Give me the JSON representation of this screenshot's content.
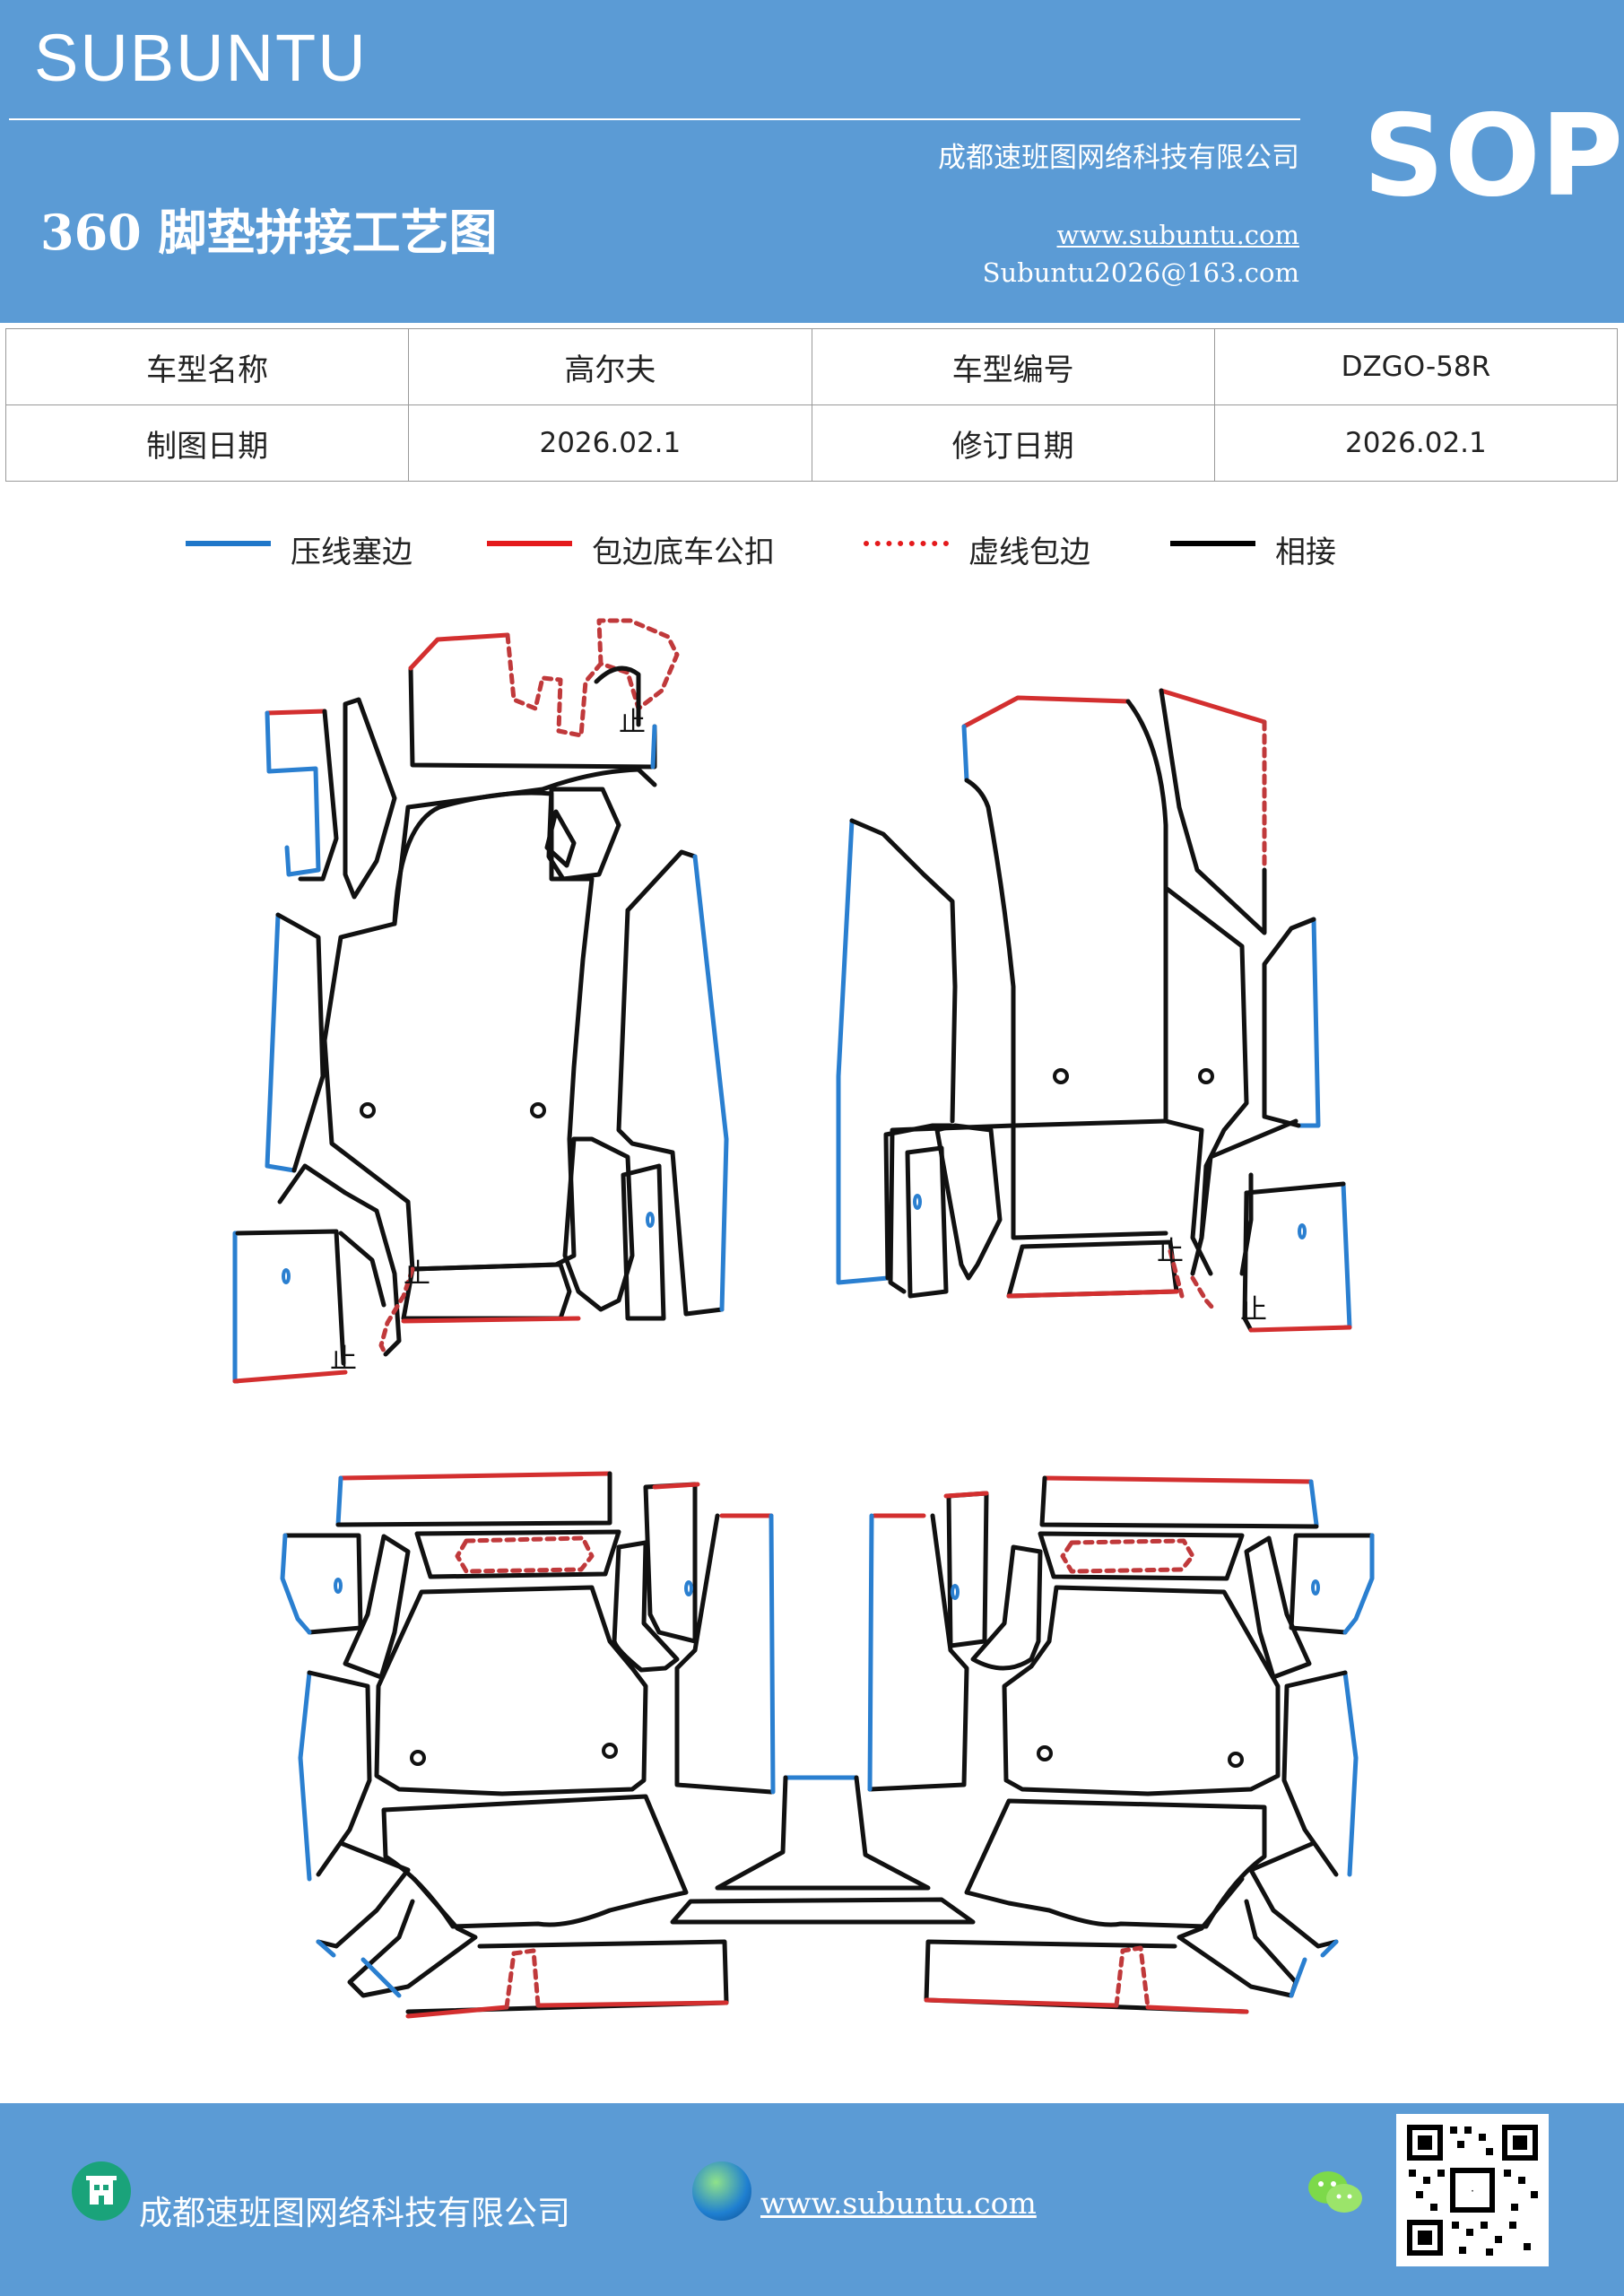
{
  "header": {
    "brand": "SUBUNTU",
    "company": "成都速班图网络科技有限公司",
    "title": "360 脚垫拼接工艺图",
    "website": "www.subuntu.com",
    "email": "Subuntu2026@163.com",
    "badge": "SOP"
  },
  "info_table": {
    "rows": [
      [
        {
          "text": "车型名称"
        },
        {
          "text": "高尔夫"
        },
        {
          "text": "车型编号"
        },
        {
          "text": "DZGO-58R"
        }
      ],
      [
        {
          "text": "制图日期"
        },
        {
          "text": "2026.02.1"
        },
        {
          "text": "修订日期"
        },
        {
          "text": "2026.02.1"
        }
      ]
    ]
  },
  "legend": {
    "items": [
      {
        "label": "压线塞边",
        "color": "#1f77c9",
        "style": "solid"
      },
      {
        "label": "包边底车公扣",
        "color": "#e41a1c",
        "style": "solid"
      },
      {
        "label": "虚线包边",
        "color": "#e41a1c",
        "style": "dotted"
      },
      {
        "label": "相接",
        "color": "#000000",
        "style": "solid"
      }
    ]
  },
  "diagram": {
    "marker_text": "止",
    "colors": {
      "press": "#2a7fd0",
      "wrap": "#d32f2f",
      "dash": "#c0393b",
      "join": "#111111"
    }
  },
  "footer": {
    "company": "成都速班图网络科技有限公司",
    "website": "www.subuntu.com",
    "icons": [
      "building-icon",
      "globe-icon",
      "wechat-icon",
      "qr-code"
    ]
  }
}
